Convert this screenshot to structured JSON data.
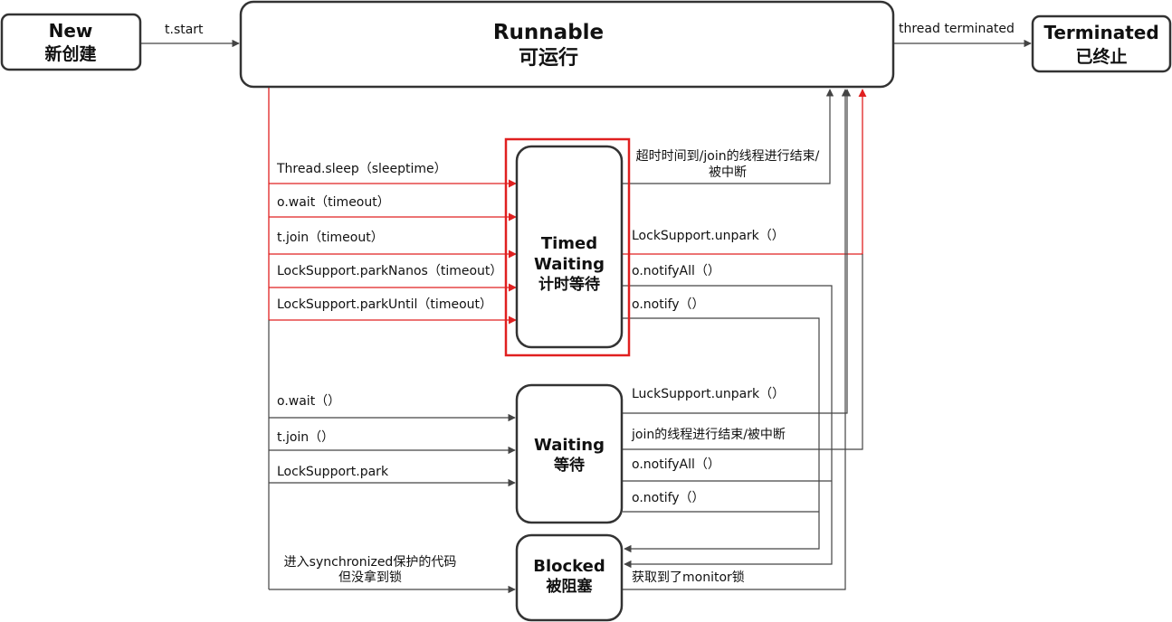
{
  "states": {
    "new": {
      "en": "New",
      "zh": "新创建"
    },
    "runnable": {
      "en": "Runnable",
      "zh": "可运行"
    },
    "terminated": {
      "en": "Terminated",
      "zh": "已终止"
    },
    "timed_waiting": {
      "en1": "Timed",
      "en2": "Waiting",
      "zh": "计时等待"
    },
    "waiting": {
      "en": "Waiting",
      "zh": "等待"
    },
    "blocked": {
      "en": "Blocked",
      "zh": "被阻塞"
    }
  },
  "transitions": {
    "new_to_runnable": "t.start",
    "runnable_to_terminated": "thread terminated",
    "to_timed_waiting": [
      "Thread.sleep（sleeptime）",
      "o.wait（timeout）",
      "t.join（timeout）",
      "LockSupport.parkNanos（timeout）",
      "LockSupport.parkUntil（timeout）"
    ],
    "from_timed_waiting": {
      "timeout_line1": "超时时间到/join的线程进行结束/",
      "timeout_line2": "被中断",
      "unpark": "LockSupport.unpark（）",
      "notify_all": "o.notifyAll（）",
      "notify": "o.notify（）"
    },
    "to_waiting": [
      "o.wait（）",
      "t.join（）",
      "LockSupport.park"
    ],
    "from_waiting": {
      "unpark": "LuckSupport.unpark（）",
      "join_end": "join的线程进行结束/被中断",
      "notify_all": "o.notifyAll（）",
      "notify": "o.notify（）"
    },
    "to_blocked_line1": "进入synchronized保护的代码",
    "to_blocked_line2": "但没拿到锁",
    "blocked_to_runnable": "获取到了monitor锁"
  },
  "colors": {
    "highlight": "#e02020",
    "line": "#444444",
    "border": "#333333"
  }
}
